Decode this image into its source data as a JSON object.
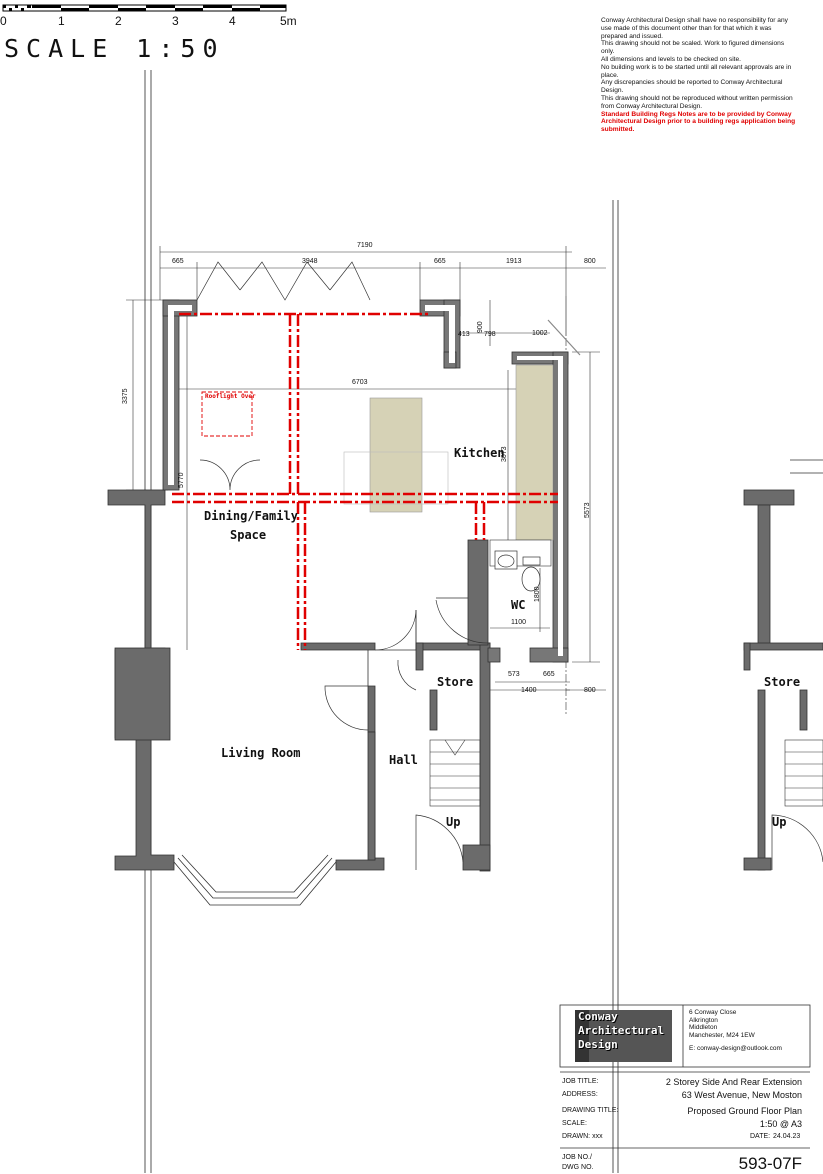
{
  "scale_bar": {
    "title": "SCALE 1:50",
    "ticks": [
      "0",
      "1",
      "2",
      "3",
      "4",
      "5m"
    ]
  },
  "notes": [
    "Conway Architectural Design shall have no responsibility for any use made of this document other than for that which it was prepared and issued.",
    "This drawing should not be scaled. Work to figured dimensions only.",
    "All dimensions and levels to be checked on site.",
    "No building work is to be started until all relevant approvals are in place.",
    "Any discrepancies should be reported to Conway Architectural Design.",
    "This drawing should not be reproduced without written permission from Conway Architectural Design."
  ],
  "notes_red": "Standard Building Regs Notes are to be provided by Conway Architectural Design prior to a building regs application being submitted.",
  "rooms": {
    "kitchen": "Kitchen",
    "dining_line1": "Dining/Family",
    "dining_line2": "Space",
    "wc": "WC",
    "store": "Store",
    "living": "Living Room",
    "hall": "Hall",
    "up": "Up",
    "store_next": "Store",
    "up_next": "Up",
    "rooflight": "Rooflight Over"
  },
  "dimensions": {
    "overall_width": "7190",
    "d665a": "665",
    "d3948": "3948",
    "d665b": "665",
    "d1913": "1913",
    "d800a": "800",
    "d6703": "6703",
    "d3375": "3375",
    "d5770": "5770",
    "d3073": "3073",
    "d5573": "5573",
    "d900": "900",
    "d413": "413",
    "d798": "798",
    "d1002": "1002",
    "d1100": "1100",
    "d1800": "1800",
    "d573": "573",
    "d665c": "665",
    "d1400": "1400",
    "d800b": "800"
  },
  "title_block": {
    "logo_lines": [
      "Conway",
      "Architectural",
      "Design"
    ],
    "address_lines": [
      "6 Conway Close",
      "Alkrington",
      "Middleton",
      "Manchester, M24 1EW"
    ],
    "email": "E: conway-design@outlook.com",
    "job_title_label": "JOB TITLE:",
    "job_title": "2 Storey Side And Rear Extension",
    "address_label": "ADDRESS:",
    "address": "63 West Avenue, New Moston",
    "drawing_title_label": "DRAWING TITLE:",
    "drawing_title": "Proposed Ground Floor Plan",
    "scale_label": "SCALE:",
    "scale": "1:50 @ A3",
    "drawn_label": "DRAWN: xxx",
    "date_label": "DATE:",
    "date": "24.04.23",
    "job_no_label": "JOB NO./",
    "dwg_no_label": "DWG NO.",
    "dwg_no": "593-07F"
  }
}
